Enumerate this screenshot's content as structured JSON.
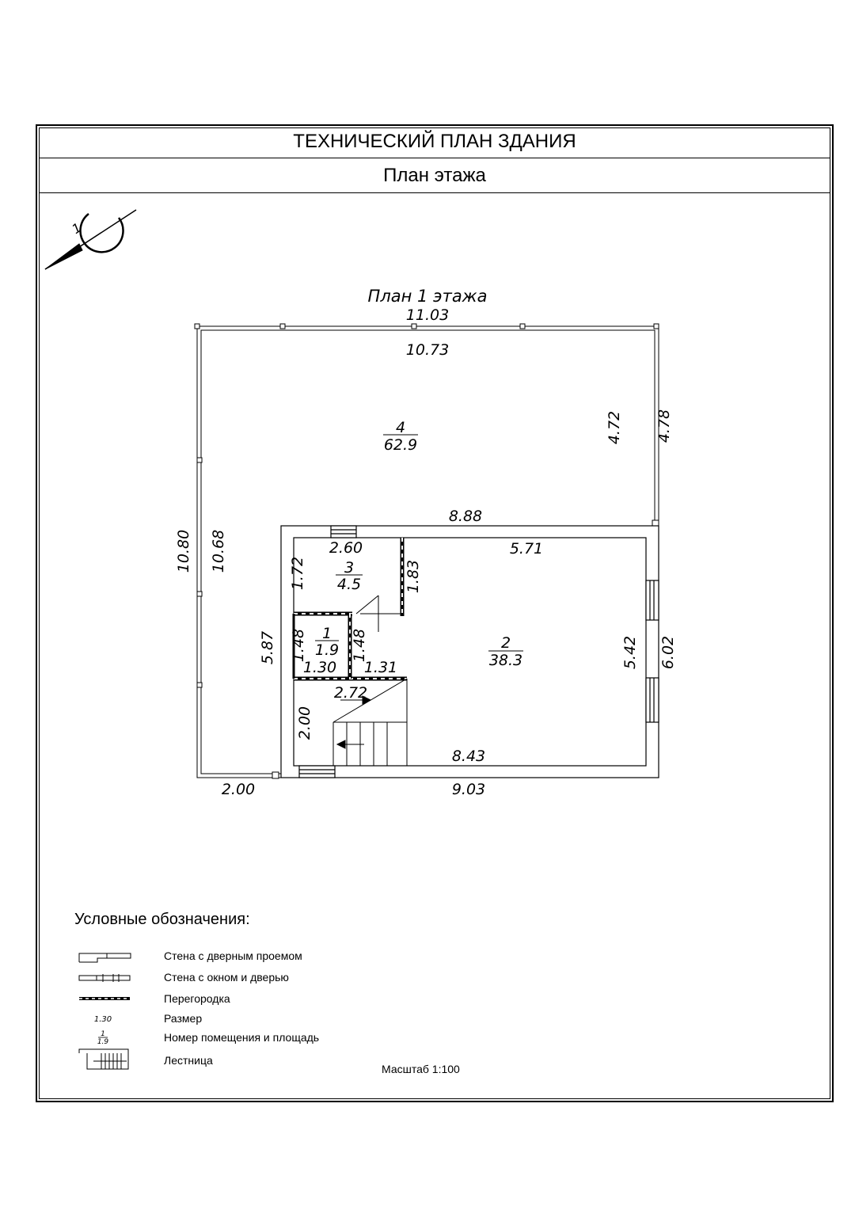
{
  "header": {
    "title": "ТЕХНИЧЕСКИЙ ПЛАН ЗДАНИЯ",
    "subtitle": "План этажа"
  },
  "plan": {
    "caption": "План 1 этажа",
    "dimensions": {
      "top_outer": "11.03",
      "top_inner": "10.73",
      "right_upper_inner": "4.72",
      "right_upper_outer": "4.78",
      "mid_wall": "8.88",
      "left_outer": "10.80",
      "left_inner": "10.68",
      "room3_width": "2.60",
      "room3_height": "1.72",
      "room3_right": "1.83",
      "room2_top": "5.71",
      "room2_inner_height": "5.42",
      "room2_outer_height": "6.02",
      "left_mid": "5.87",
      "room1_height_left": "1.48",
      "room1_height_right": "1.48",
      "room1_width": "1.30",
      "corridor_width": "1.31",
      "stair_width": "2.72",
      "stair_height": "2.00",
      "room2_bottom": "8.43",
      "bottom_outer": "9.03",
      "terrace_bottom": "2.00"
    },
    "rooms": [
      {
        "number": "4",
        "area": "62.9"
      },
      {
        "number": "3",
        "area": "4.5"
      },
      {
        "number": "1",
        "area": "1.9"
      },
      {
        "number": "2",
        "area": "38.3"
      }
    ]
  },
  "legend": {
    "title": "Условные обозначения:",
    "items": [
      {
        "label": "Стена с дверным проемом",
        "icon": "wall-with-door-icon"
      },
      {
        "label": "Стена с окном и дверью",
        "icon": "wall-with-window-door-icon"
      },
      {
        "label": "Перегородка",
        "icon": "partition-icon"
      },
      {
        "label": "Размер",
        "icon": "dimension-icon",
        "sample": "1.30"
      },
      {
        "label": "Номер помещения и площадь",
        "icon": "room-number-icon",
        "sample_number": "1",
        "sample_area": "1.9"
      },
      {
        "label": "Лестница",
        "icon": "stairs-icon"
      }
    ]
  },
  "footer": {
    "scale": "Масштаб 1:100"
  }
}
